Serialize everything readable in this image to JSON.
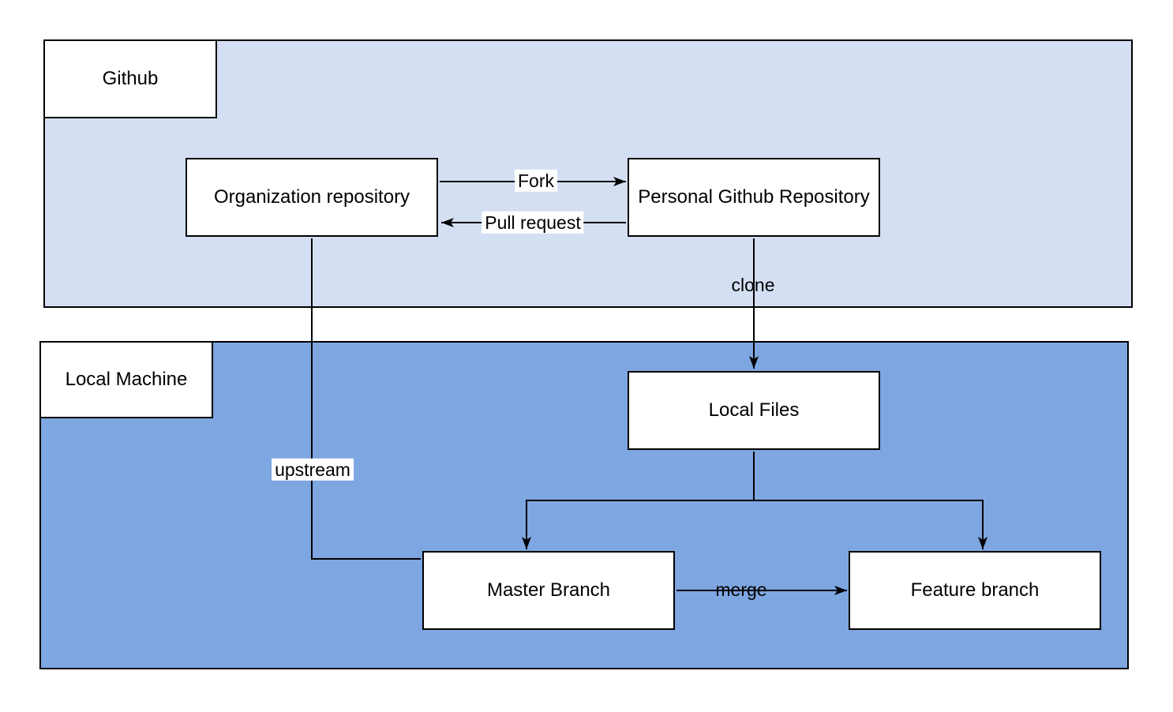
{
  "containers": {
    "github": {
      "label": "Github",
      "fill": "#d4dff3"
    },
    "local_machine": {
      "label": "Local Machine",
      "fill": "#7ea6e0"
    }
  },
  "nodes": {
    "org_repo": {
      "label": "Organization repository"
    },
    "personal_repo": {
      "label": "Personal Github Repository"
    },
    "local_files": {
      "label": "Local Files"
    },
    "master_branch": {
      "label": "Master Branch"
    },
    "feature_branch": {
      "label": "Feature branch"
    }
  },
  "edges": {
    "fork": {
      "label": "Fork",
      "from": "Organization repository",
      "to": "Personal Github Repository"
    },
    "pull_request": {
      "label": "Pull request",
      "from": "Personal Github Repository",
      "to": "Organization repository"
    },
    "clone": {
      "label": "clone",
      "from": "Personal Github Repository",
      "to": "Local Files"
    },
    "upstream": {
      "label": "upstream",
      "from": "Organization repository",
      "to": "Master Branch"
    },
    "merge": {
      "label": "merge",
      "from": "Master Branch",
      "to": "Feature branch"
    },
    "files_to_master": {
      "label": "",
      "from": "Local Files",
      "to": "Master Branch"
    },
    "files_to_feature": {
      "label": "",
      "from": "Local Files",
      "to": "Feature branch"
    }
  },
  "colors": {
    "stroke": "#000000",
    "node_fill": "#ffffff",
    "github_fill": "#d4dff3",
    "local_machine_fill": "#7ea6e0"
  }
}
